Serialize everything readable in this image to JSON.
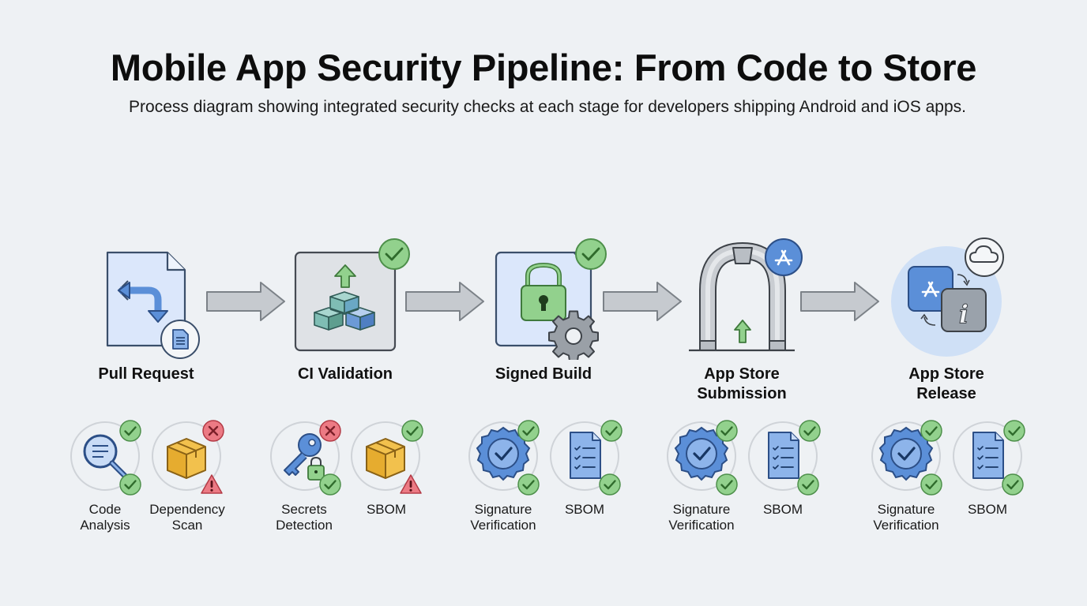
{
  "header": {
    "title": "Mobile App Security Pipeline: From Code to Store",
    "subtitle": "Process diagram showing integrated security checks at each stage for developers shipping Android and iOS apps."
  },
  "stages": [
    {
      "label": "Pull Request",
      "icon": "pull-request-document-icon",
      "status": "none"
    },
    {
      "label": "CI Validation",
      "icon": "ci-blocks-icon",
      "status": "pass"
    },
    {
      "label": "Signed Build",
      "icon": "signed-build-lock-icon",
      "status": "pass"
    },
    {
      "label": "App Store Submission",
      "icon": "submission-gate-icon",
      "status": "app-store"
    },
    {
      "label": "App Store Release",
      "icon": "release-store-icon",
      "status": "cloud"
    }
  ],
  "checks": [
    [
      {
        "label": "Code Analysis",
        "icon": "magnifier-icon",
        "status": "pass"
      },
      {
        "label": "Dependency Scan",
        "icon": "package-icon",
        "status": "fail-warning"
      }
    ],
    [
      {
        "label": "Secrets Detection",
        "icon": "key-lock-icon",
        "status": "fail-pass"
      },
      {
        "label": "SBOM",
        "icon": "package-icon",
        "status": "pass-warning"
      }
    ],
    [
      {
        "label": "Signature Verification",
        "icon": "verified-seal-icon",
        "status": "pass"
      },
      {
        "label": "SBOM",
        "icon": "checklist-icon",
        "status": "pass"
      }
    ],
    [
      {
        "label": "Signature Verification",
        "icon": "verified-seal-icon",
        "status": "pass"
      },
      {
        "label": "SBOM",
        "icon": "checklist-icon",
        "status": "pass"
      }
    ],
    [
      {
        "label": "Signature Verification",
        "icon": "verified-seal-icon",
        "status": "pass"
      },
      {
        "label": "SBOM",
        "icon": "checklist-icon",
        "status": "pass"
      }
    ]
  ],
  "colors": {
    "background": "#eef1f4",
    "pass": "#8fcf8a",
    "fail": "#e8707a",
    "warning": "#e8707a",
    "doc_blue": "#dbe7fb",
    "icon_blue": "#5b8fd8",
    "arrow_gray": "#c3c7cc"
  }
}
